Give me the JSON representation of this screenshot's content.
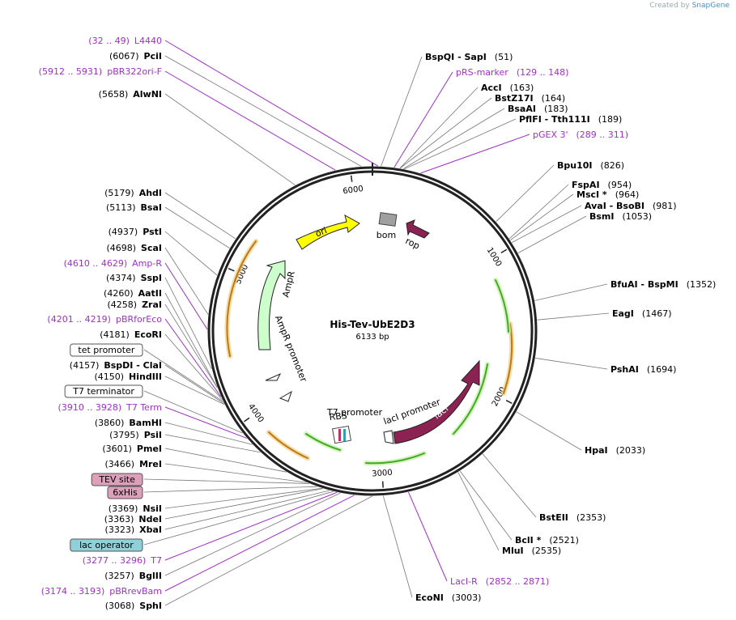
{
  "credit": {
    "prefix": "Created by",
    "brand": "SnapGene"
  },
  "plasmid": {
    "name": "His-Tev-UbE2D3",
    "size": "6133 bp",
    "length": 6133
  },
  "ticks": [
    {
      "pos": 1000,
      "label": "1000"
    },
    {
      "pos": 2000,
      "label": "2000"
    },
    {
      "pos": 3000,
      "label": "3000"
    },
    {
      "pos": 4000,
      "label": "4000"
    },
    {
      "pos": 5000,
      "label": "5000"
    },
    {
      "pos": 6000,
      "label": "6000"
    }
  ],
  "colors": {
    "ori": "#ffff00",
    "ampr": "#ccffcc",
    "laci": "#8b2252",
    "rop": "#8b2252",
    "bom": "#a0a0a0",
    "green_arc": "#44aa22",
    "orange_arc": "#d08a20",
    "tev_box": "#dca0b8",
    "lac_box": "#90d0d8",
    "primer": "#a030c8"
  },
  "features": [
    {
      "name": "ori",
      "type": "arrow"
    },
    {
      "name": "bom",
      "type": "box"
    },
    {
      "name": "rop",
      "type": "arrow"
    },
    {
      "name": "AmpR",
      "type": "arrow"
    },
    {
      "name": "AmpR promoter",
      "type": "promoter"
    },
    {
      "name": "lacI",
      "type": "arrow"
    },
    {
      "name": "lacI promoter",
      "type": "promoter"
    },
    {
      "name": "T7 promoter",
      "type": "promoter"
    },
    {
      "name": "RBS",
      "type": "box"
    }
  ],
  "sites": [
    {
      "pos": "(32 .. 49)",
      "name": "L4440",
      "kind": "primer",
      "side": "left"
    },
    {
      "pos": "(6067)",
      "name": "PciI",
      "side": "left"
    },
    {
      "pos": "(5912 .. 5931)",
      "name": "pBR322ori-F",
      "kind": "primer",
      "side": "left"
    },
    {
      "pos": "(5658)",
      "name": "AlwNI",
      "side": "left"
    },
    {
      "pos": "(5179)",
      "name": "AhdI",
      "side": "left"
    },
    {
      "pos": "(5113)",
      "name": "BsaI",
      "side": "left"
    },
    {
      "pos": "(4937)",
      "name": "PstI",
      "side": "left"
    },
    {
      "pos": "(4698)",
      "name": "ScaI",
      "side": "left"
    },
    {
      "pos": "(4610 .. 4629)",
      "name": "Amp-R",
      "kind": "primer",
      "side": "left"
    },
    {
      "pos": "(4374)",
      "name": "SspI",
      "side": "left"
    },
    {
      "pos": "(4260)",
      "name": "AatII",
      "side": "left"
    },
    {
      "pos": "(4258)",
      "name": "ZraI",
      "side": "left"
    },
    {
      "pos": "(4201 .. 4219)",
      "name": "pBRforEco",
      "kind": "primer",
      "side": "left"
    },
    {
      "pos": "(4181)",
      "name": "EcoRI",
      "side": "left"
    },
    {
      "name": "tet promoter",
      "kind": "box",
      "side": "left"
    },
    {
      "pos": "(4157)",
      "name": "BspDI - ClaI",
      "side": "left"
    },
    {
      "pos": "(4150)",
      "name": "HindIII",
      "side": "left"
    },
    {
      "name": "T7 terminator",
      "kind": "box",
      "side": "left"
    },
    {
      "pos": "(3910 .. 3928)",
      "name": "T7 Term",
      "kind": "primer",
      "side": "left"
    },
    {
      "pos": "(3860)",
      "name": "BamHI",
      "side": "left"
    },
    {
      "pos": "(3795)",
      "name": "PsiI",
      "side": "left"
    },
    {
      "pos": "(3601)",
      "name": "PmeI",
      "side": "left"
    },
    {
      "pos": "(3466)",
      "name": "MreI",
      "side": "left"
    },
    {
      "name": "TEV site",
      "kind": "box",
      "side": "left"
    },
    {
      "name": "6xHis",
      "kind": "box",
      "side": "left"
    },
    {
      "pos": "(3369)",
      "name": "NsiI",
      "side": "left"
    },
    {
      "pos": "(3363)",
      "name": "NdeI",
      "side": "left"
    },
    {
      "pos": "(3323)",
      "name": "XbaI",
      "side": "left"
    },
    {
      "name": "lac operator",
      "kind": "box",
      "side": "left"
    },
    {
      "pos": "(3277 .. 3296)",
      "name": "T7",
      "kind": "primer",
      "side": "left"
    },
    {
      "pos": "(3257)",
      "name": "BglII",
      "side": "left"
    },
    {
      "pos": "(3174 .. 3193)",
      "name": "pBRrevBam",
      "kind": "primer",
      "side": "left"
    },
    {
      "pos": "(3068)",
      "name": "SphI",
      "side": "left"
    },
    {
      "name": "EcoNI",
      "pos": "(3003)",
      "side": "right"
    },
    {
      "name": "LacI-R",
      "pos": "(2852 .. 2871)",
      "kind": "primer",
      "side": "right"
    },
    {
      "name": "MluI",
      "pos": "(2535)",
      "side": "right"
    },
    {
      "name": "BclI *",
      "pos": "(2521)",
      "side": "right"
    },
    {
      "name": "BstEII",
      "pos": "(2353)",
      "side": "right"
    },
    {
      "name": "HpaI",
      "pos": "(2033)",
      "side": "right"
    },
    {
      "name": "PshAI",
      "pos": "(1694)",
      "side": "right"
    },
    {
      "name": "EagI",
      "pos": "(1467)",
      "side": "right"
    },
    {
      "name": "BfuAI - BspMI",
      "pos": "(1352)",
      "side": "right"
    },
    {
      "name": "BsmI",
      "pos": "(1053)",
      "side": "right"
    },
    {
      "name": "AvaI - BsoBI",
      "pos": "(981)",
      "side": "right"
    },
    {
      "name": "MscI *",
      "pos": "(964)",
      "side": "right"
    },
    {
      "name": "FspAI",
      "pos": "(954)",
      "side": "right"
    },
    {
      "name": "Bpu10I",
      "pos": "(826)",
      "side": "right"
    },
    {
      "name": "pGEX 3'",
      "pos": "(289 .. 311)",
      "kind": "primer",
      "side": "right"
    },
    {
      "name": "PflFI - Tth111I",
      "pos": "(189)",
      "side": "right"
    },
    {
      "name": "BsaAI",
      "pos": "(183)",
      "side": "right"
    },
    {
      "name": "BstZ17I",
      "pos": "(164)",
      "side": "right"
    },
    {
      "name": "AccI",
      "pos": "(163)",
      "side": "right"
    },
    {
      "name": "pRS-marker",
      "pos": "(129 .. 148)",
      "kind": "primer",
      "side": "right"
    },
    {
      "name": "BspQI - SapI",
      "pos": "(51)",
      "side": "right"
    }
  ]
}
